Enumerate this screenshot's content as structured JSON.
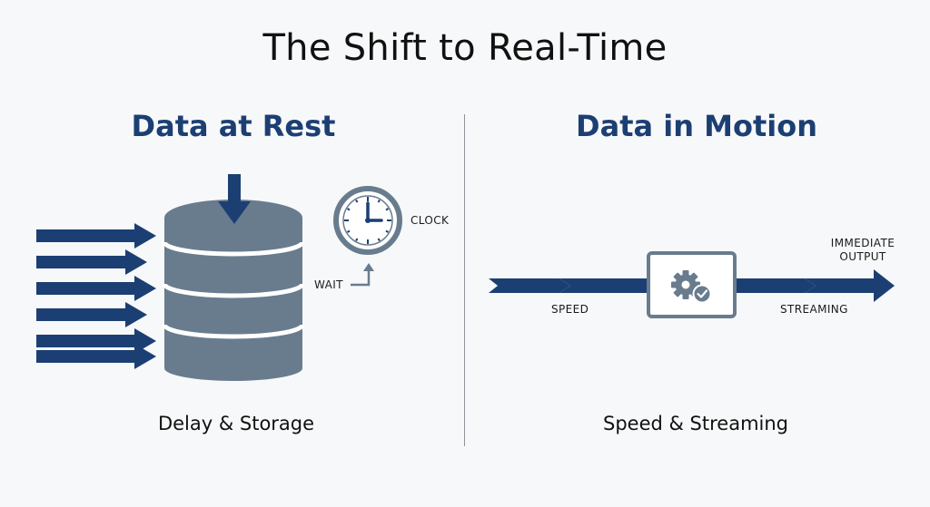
{
  "title": "The Shift to Real-Time",
  "left_panel": {
    "heading": "Data at Rest",
    "caption": "Delay & Storage",
    "clock_label": "CLOCK",
    "wait_label": "WAIT"
  },
  "right_panel": {
    "heading": "Data in Motion",
    "caption": "Speed & Streaming",
    "speed_label": "SPEED",
    "streaming_label": "STREAMING",
    "output_label_line1": "IMMEDIATE",
    "output_label_line2": "OUTPUT"
  },
  "colors": {
    "arrow_navy": "#1c3f73",
    "database_slate": "#687c8e",
    "heading_navy": "#1c3f73"
  },
  "icons": {
    "database": "database-icon",
    "clock": "clock-icon",
    "processor": "gear-check-icon"
  }
}
